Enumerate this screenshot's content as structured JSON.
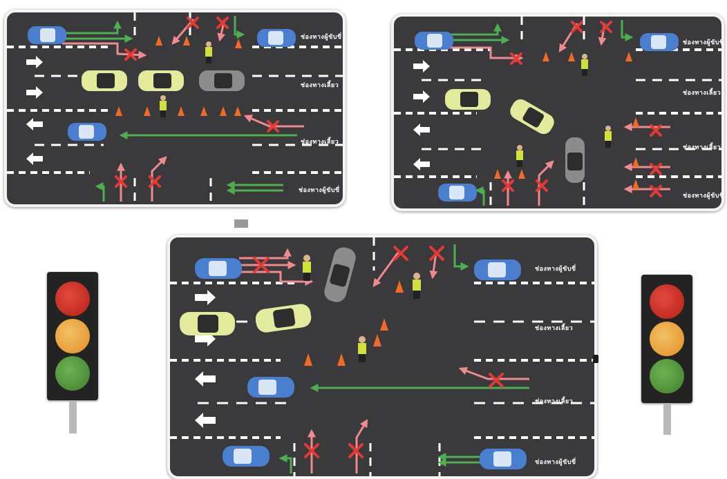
{
  "lane_labels": {
    "straight_turn_right": "ช่องทางผู้ขับขี่",
    "turn_left": "ช่องทางเลี้ยว"
  },
  "colors": {
    "road": "#3a3a3c",
    "allowed_arrow": "#4caf50",
    "prohibited_arrow": "#f08a8f",
    "prohibited_mark": "#e53935",
    "car_blue": "#4a7fcf",
    "car_yellow": "#e3ea9c",
    "car_gray": "#8c8c8c",
    "cone": "#f06b2a",
    "light_red": "#c8281f",
    "light_amber": "#e8a033",
    "light_green": "#4f9a3a"
  },
  "traffic_lights": {
    "left": {
      "lamps": [
        "red",
        "amber",
        "green"
      ]
    },
    "right": {
      "lamps": [
        "red",
        "amber",
        "green"
      ]
    }
  }
}
